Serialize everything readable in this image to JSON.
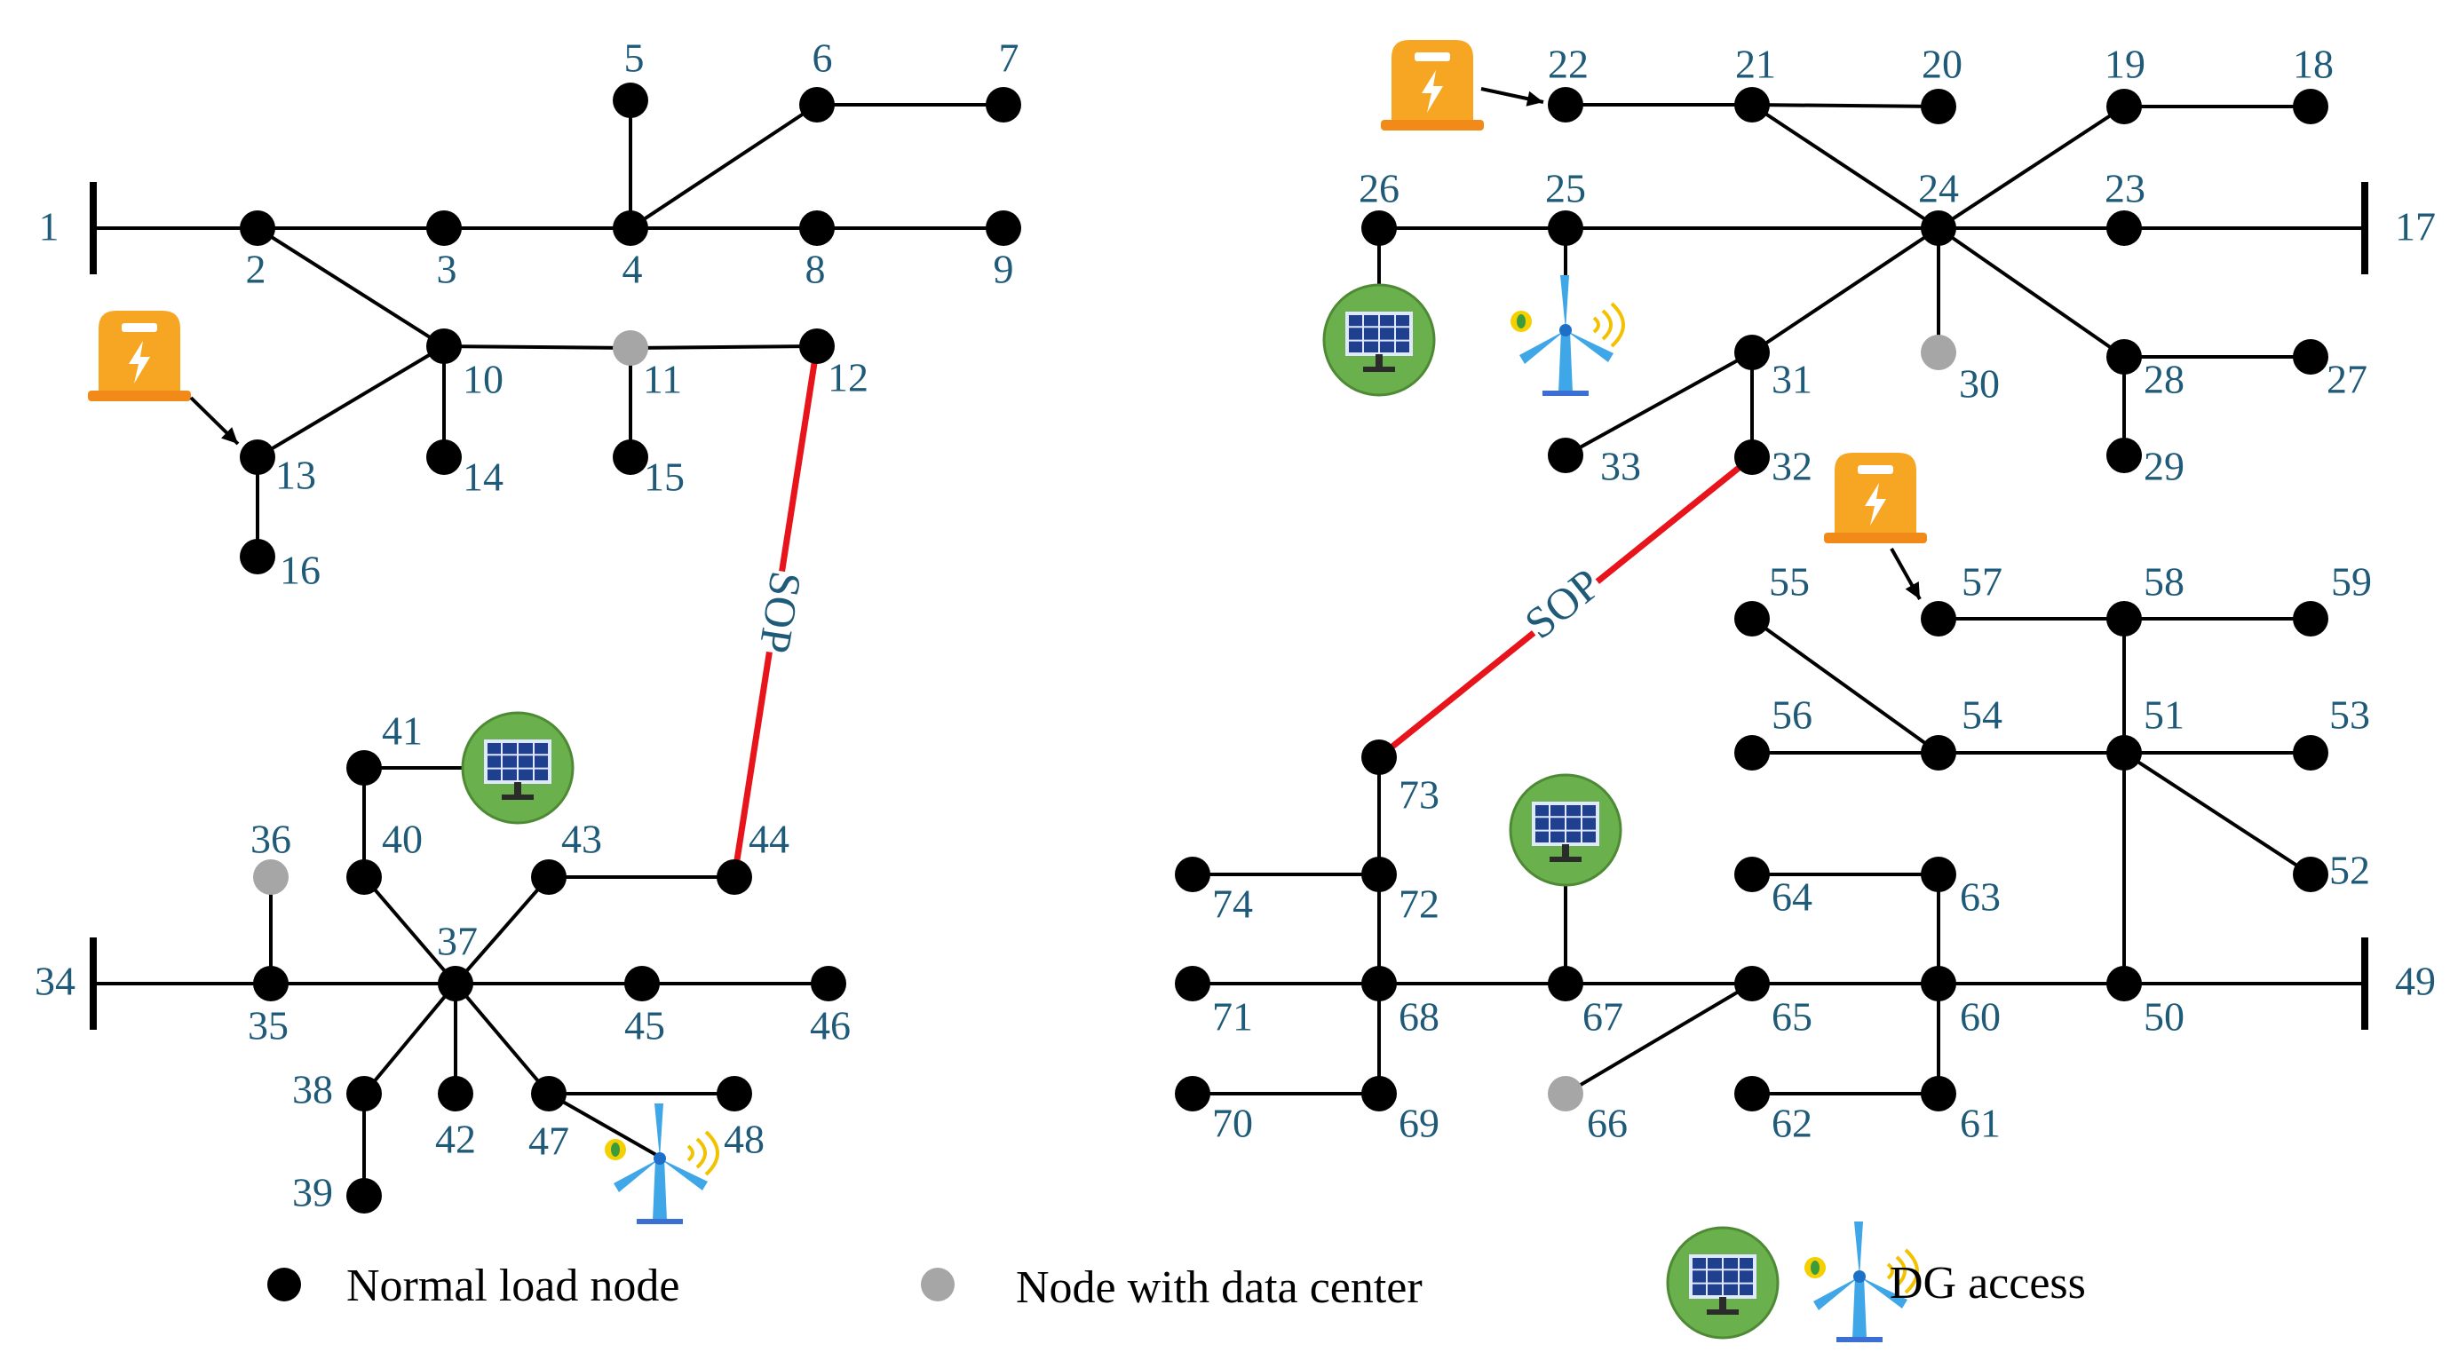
{
  "colors": {
    "edge": "#000000",
    "sop_edge": "#e8141b",
    "load_node": "#000000",
    "data_center_node": "#a6a6a6",
    "label": "#1f5a78",
    "pv_circle": "#6ab04c",
    "ev_charger": "#f6a623"
  },
  "sop_label": "SOP",
  "sop_links": [
    {
      "from": "12",
      "to": "44"
    },
    {
      "from": "32",
      "to": "73"
    }
  ],
  "feeders": [
    "1",
    "17",
    "34",
    "49"
  ],
  "data_center_nodes": [
    "11",
    "30",
    "36",
    "66"
  ],
  "load_nodes": [
    "2",
    "3",
    "4",
    "5",
    "6",
    "7",
    "8",
    "9",
    "10",
    "12",
    "13",
    "14",
    "15",
    "16",
    "18",
    "19",
    "20",
    "21",
    "22",
    "23",
    "24",
    "25",
    "26",
    "27",
    "28",
    "29",
    "31",
    "32",
    "33",
    "35",
    "37",
    "38",
    "39",
    "40",
    "41",
    "42",
    "43",
    "44",
    "45",
    "46",
    "47",
    "48",
    "50",
    "51",
    "52",
    "53",
    "54",
    "55",
    "56",
    "57",
    "58",
    "59",
    "60",
    "61",
    "62",
    "63",
    "64",
    "65",
    "67",
    "68",
    "69",
    "70",
    "71",
    "72",
    "73",
    "74"
  ],
  "edges": [
    [
      "1",
      "2"
    ],
    [
      "2",
      "3"
    ],
    [
      "3",
      "4"
    ],
    [
      "4",
      "8"
    ],
    [
      "8",
      "9"
    ],
    [
      "4",
      "5"
    ],
    [
      "4",
      "6"
    ],
    [
      "6",
      "7"
    ],
    [
      "2",
      "10"
    ],
    [
      "10",
      "11"
    ],
    [
      "11",
      "12"
    ],
    [
      "10",
      "14"
    ],
    [
      "11",
      "15"
    ],
    [
      "10",
      "13"
    ],
    [
      "13",
      "16"
    ],
    [
      "17",
      "24"
    ],
    [
      "24",
      "23"
    ],
    [
      "24",
      "25"
    ],
    [
      "25",
      "26"
    ],
    [
      "24",
      "21"
    ],
    [
      "21",
      "22"
    ],
    [
      "21",
      "20"
    ],
    [
      "24",
      "19"
    ],
    [
      "19",
      "18"
    ],
    [
      "24",
      "30"
    ],
    [
      "24",
      "31"
    ],
    [
      "31",
      "32"
    ],
    [
      "31",
      "33"
    ],
    [
      "24",
      "28"
    ],
    [
      "28",
      "27"
    ],
    [
      "28",
      "29"
    ],
    [
      "34",
      "35"
    ],
    [
      "35",
      "37"
    ],
    [
      "37",
      "45"
    ],
    [
      "45",
      "46"
    ],
    [
      "35",
      "36"
    ],
    [
      "37",
      "40"
    ],
    [
      "40",
      "41"
    ],
    [
      "37",
      "43"
    ],
    [
      "43",
      "44"
    ],
    [
      "37",
      "42"
    ],
    [
      "37",
      "38"
    ],
    [
      "38",
      "39"
    ],
    [
      "37",
      "47"
    ],
    [
      "47",
      "48"
    ],
    [
      "49",
      "50"
    ],
    [
      "50",
      "60"
    ],
    [
      "60",
      "65"
    ],
    [
      "65",
      "67"
    ],
    [
      "67",
      "68"
    ],
    [
      "68",
      "71"
    ],
    [
      "65",
      "66"
    ],
    [
      "60",
      "63"
    ],
    [
      "63",
      "64"
    ],
    [
      "60",
      "61"
    ],
    [
      "61",
      "62"
    ],
    [
      "68",
      "69"
    ],
    [
      "69",
      "70"
    ],
    [
      "68",
      "72"
    ],
    [
      "72",
      "74"
    ],
    [
      "72",
      "73"
    ],
    [
      "50",
      "51"
    ],
    [
      "51",
      "54"
    ],
    [
      "54",
      "56"
    ],
    [
      "54",
      "55"
    ],
    [
      "51",
      "53"
    ],
    [
      "51",
      "52"
    ],
    [
      "51",
      "58"
    ],
    [
      "58",
      "57"
    ],
    [
      "58",
      "59"
    ]
  ],
  "dg_pv": [
    {
      "node": "41"
    },
    {
      "node": "26"
    },
    {
      "node": "67"
    }
  ],
  "dg_wind": [
    {
      "node": "25"
    },
    {
      "node": "47"
    }
  ],
  "ev_chargers": [
    {
      "node": "13"
    },
    {
      "node": "22"
    },
    {
      "node": "57"
    }
  ],
  "legend": {
    "normal_load": "Normal load node",
    "data_center": "Node with data center",
    "dg_access": "DG access"
  }
}
